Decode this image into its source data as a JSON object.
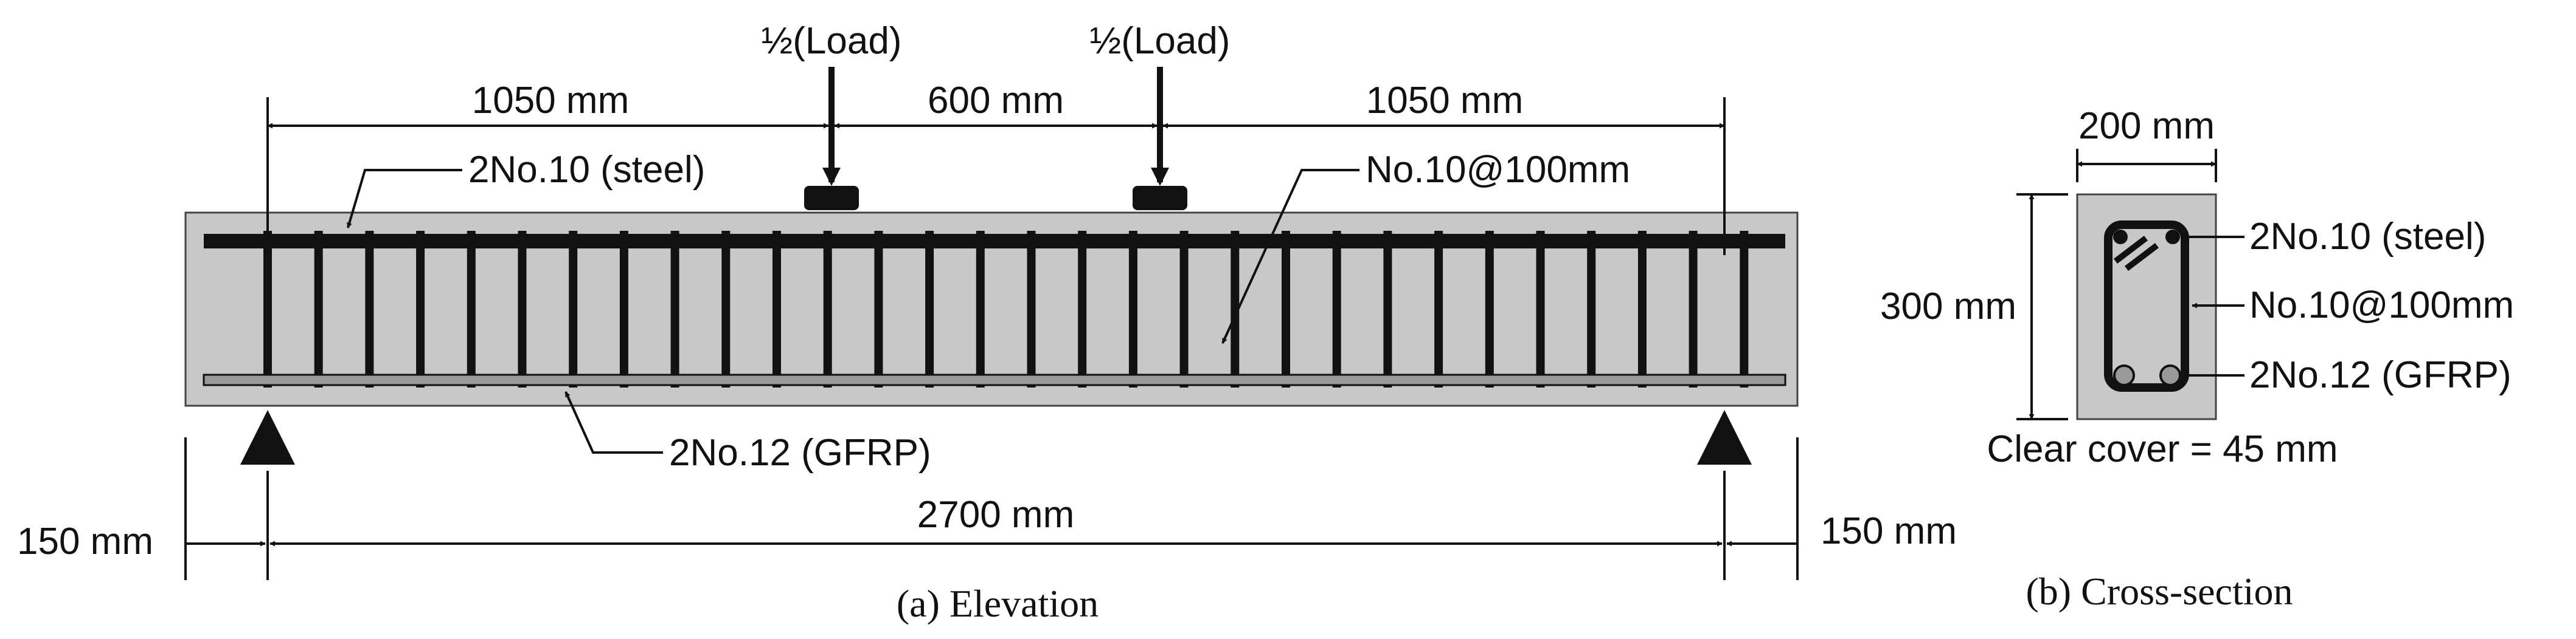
{
  "elevation": {
    "load_left": "½(Load)",
    "load_right": "½(Load)",
    "dim_shear_left": "1050 mm",
    "dim_middle": "600 mm",
    "dim_shear_right": "1050 mm",
    "top_bar_label": "2No.10 (steel)",
    "stirrup_label": "No.10@100mm",
    "bottom_bar_label": "2No.12 (GFRP)",
    "overhang_left": "150 mm",
    "span": "2700 mm",
    "overhang_right": "150 mm",
    "caption": "(a) Elevation"
  },
  "section": {
    "width": "200 mm",
    "height": "300 mm",
    "top_bar_label": "2No.10 (steel)",
    "stirrup_label": "No.10@100mm",
    "bottom_bar_label": "2No.12 (GFRP)",
    "cover": "Clear cover = 45 mm",
    "caption": "(b) Cross-section"
  },
  "colors": {
    "concrete": "#c8c8c8",
    "steel": "#111111",
    "gfrp": "#9a9a9a"
  }
}
